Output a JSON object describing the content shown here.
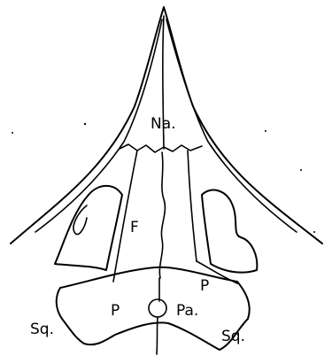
{
  "labels": {
    "nasal": "Na.",
    "frontal": "F",
    "parietal_right_inner": "P",
    "parietal_center": "P",
    "parietal_right": "Pa.",
    "squamosal_left": "Sq.",
    "squamosal_right": "Sq."
  },
  "colors": {
    "ink": "#000000",
    "paper": "#ffffff"
  }
}
